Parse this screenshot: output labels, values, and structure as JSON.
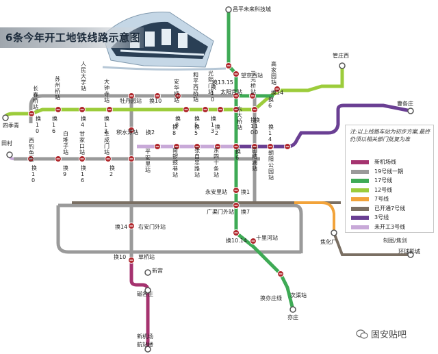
{
  "title": "6条今年开工地铁线路示意图",
  "legend": {
    "note": "注:以上线路车站为初步方案,最终仍须以相关部门批复为准",
    "items": [
      {
        "label": "新机场线",
        "color": "#a5336f"
      },
      {
        "label": "19号线一期",
        "color": "#9a9a9a"
      },
      {
        "label": "17号线",
        "color": "#3eaa55"
      },
      {
        "label": "12号线",
        "color": "#9ccc3b"
      },
      {
        "label": "7号线",
        "color": "#f2a33a"
      },
      {
        "label": "已开通7号线",
        "color": "#7a6f63"
      },
      {
        "label": "3号线",
        "color": "#6a3f93"
      },
      {
        "label": "未开工3号线",
        "color": "#c8a9d8"
      }
    ]
  },
  "credit": "制图/焦剑",
  "watermark": "固安贴吧",
  "colors": {
    "new_airport": "#a5336f",
    "line19": "#9a9a9a",
    "line17": "#3eaa55",
    "line12": "#9ccc3b",
    "line7": "#f2a33a",
    "line7_open": "#7a6f63",
    "line3": "#6a3f93",
    "line3_future": "#c8a9d8",
    "station_fill": "#b0282d"
  },
  "labels": {
    "changping": "昌平未来科技城",
    "wangjingxi": "望京西站",
    "huan1315": "换13.15",
    "gaojiayuan": "高家园站",
    "huan14a": "换14",
    "wangjiayuan": "望京西",
    "taiyanggong": "太阳宫站",
    "sanyuanqiao": "三元桥站",
    "lingbao": "换6",
    "renmin": "人民大学站",
    "suzhouqiao": "苏州桥站",
    "changchun": "长春桥站",
    "dazhongsi": "大钟寺站",
    "mudanyuan": "牡丹园站",
    "huan10a": "换10",
    "anzhenqiao": "安华桥站",
    "heping": "和平西桥站",
    "guangximen": "光熙门站",
    "huan10b": "换10",
    "huan10c": "换10",
    "huan10d": "换10",
    "huan4": "换4",
    "huan13a": "换13",
    "huan8a": "换8",
    "huan5a": "换5",
    "huan13b": "换13",
    "huan10e": "换10",
    "huan16": "换16",
    "sijiqing": "四季青",
    "jishuitan": "积水潭站",
    "huan2a": "换2",
    "guanzhuang": "管庄西",
    "caogezhuang": "曹各庄",
    "tiancun": "田村",
    "xidiaoyutai": "西钓鱼台",
    "baiduizi": "白堆子站",
    "ganjiakou": "甘家口站",
    "fuchengmen": "阜成门站",
    "pinganli": "平安里站",
    "nanluoguxiang": "南锣鼓巷站",
    "zhangzizhonglu": "张自忠路站",
    "dongsishitiao": "东四十条站",
    "dongdaqiao": "东大桥站",
    "tuanjiehu": "团结湖站",
    "chaoyanggongyuan": "朝阳公园站",
    "huan14b": "换14",
    "huan10f": "换10",
    "huan9": "换9",
    "huan16b": "换16",
    "huan2b": "换2",
    "huan6a": "换6",
    "huan4b": "换4",
    "huan8b": "换8",
    "huan5b": "换5",
    "huan2c": "换2",
    "huan6b": "换6",
    "yonganli": "永安里站",
    "huan1": "换1",
    "guangqumenwai": "广渠门外站",
    "huan7": "换7",
    "huan14c": "换14",
    "youanmenwai": "右安门外站",
    "huan1014": "换10.14",
    "shilihe": "十里河站",
    "huan10g": "换10",
    "caoqiao": "草桥站",
    "xingong": "新宫",
    "huanqiu": "环球影城",
    "jiaohuachang": "焦化厂",
    "cigezhuang": "磁各庄",
    "yizhuang": "换亦庄线",
    "ciqu": "次渠站",
    "yizhuang2": "亦庄",
    "xinjichang": "新机场",
    "hangzhanlou": "航站楼"
  }
}
